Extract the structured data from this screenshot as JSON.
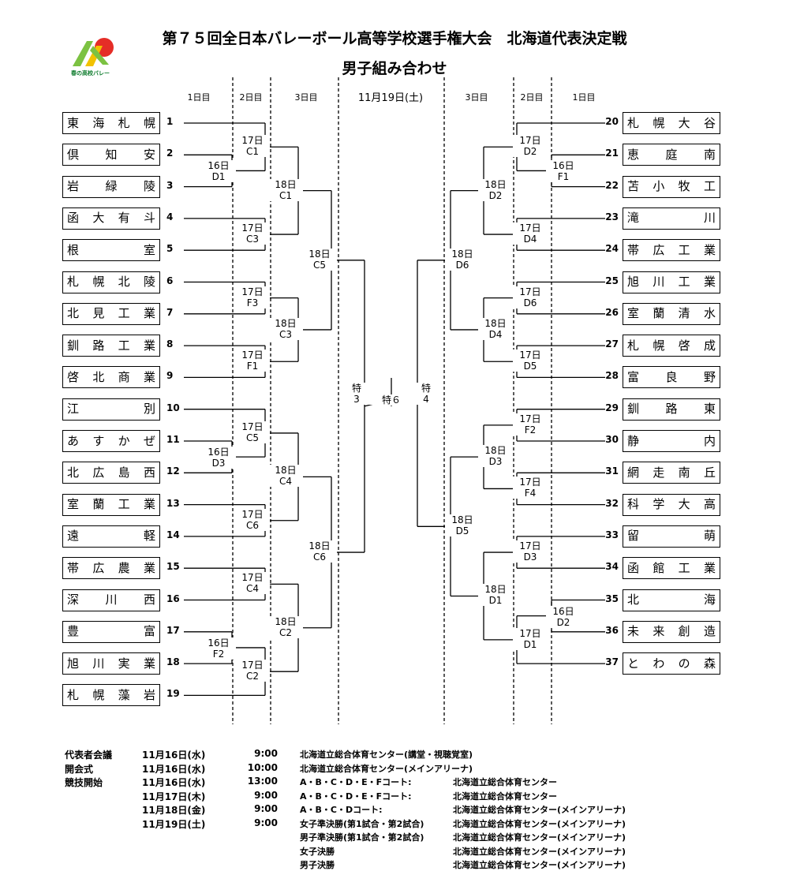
{
  "title": "第７５回全日本バレーボール高等学校選手権大会　北海道代表決定戦",
  "subtitle": "男子組み合わせ",
  "logo_text": "春の高校バレー",
  "col_headers": {
    "left_day1": "1日目",
    "left_day2": "2日目",
    "left_day3": "3日目",
    "final_date": "11月19日(土)",
    "right_day3": "3日目",
    "right_day2": "2日目",
    "right_day1": "1日目"
  },
  "left_teams": [
    {
      "num": "1",
      "chars": [
        "東",
        "海",
        "札",
        "幌"
      ]
    },
    {
      "num": "2",
      "chars": [
        "倶",
        "知",
        "安"
      ]
    },
    {
      "num": "3",
      "chars": [
        "岩",
        "緑",
        "陵"
      ]
    },
    {
      "num": "4",
      "chars": [
        "函",
        "大",
        "有",
        "斗"
      ]
    },
    {
      "num": "5",
      "chars": [
        "根",
        "室"
      ]
    },
    {
      "num": "6",
      "chars": [
        "札",
        "幌",
        "北",
        "陵"
      ]
    },
    {
      "num": "7",
      "chars": [
        "北",
        "見",
        "工",
        "業"
      ]
    },
    {
      "num": "8",
      "chars": [
        "釧",
        "路",
        "工",
        "業"
      ]
    },
    {
      "num": "9",
      "chars": [
        "啓",
        "北",
        "商",
        "業"
      ]
    },
    {
      "num": "10",
      "chars": [
        "江",
        "別"
      ]
    },
    {
      "num": "11",
      "chars": [
        "あ",
        "す",
        "か",
        "ぜ"
      ]
    },
    {
      "num": "12",
      "chars": [
        "北",
        "広",
        "島",
        "西"
      ]
    },
    {
      "num": "13",
      "chars": [
        "室",
        "蘭",
        "工",
        "業"
      ]
    },
    {
      "num": "14",
      "chars": [
        "遠",
        "軽"
      ]
    },
    {
      "num": "15",
      "chars": [
        "帯",
        "広",
        "農",
        "業"
      ]
    },
    {
      "num": "16",
      "chars": [
        "深",
        "川",
        "西"
      ]
    },
    {
      "num": "17",
      "chars": [
        "豊",
        "富"
      ]
    },
    {
      "num": "18",
      "chars": [
        "旭",
        "川",
        "実",
        "業"
      ]
    },
    {
      "num": "19",
      "chars": [
        "札",
        "幌",
        "藻",
        "岩"
      ]
    }
  ],
  "right_teams": [
    {
      "num": "20",
      "chars": [
        "札",
        "幌",
        "大",
        "谷"
      ]
    },
    {
      "num": "21",
      "chars": [
        "恵",
        "庭",
        "南"
      ]
    },
    {
      "num": "22",
      "chars": [
        "苫",
        "小",
        "牧",
        "工"
      ]
    },
    {
      "num": "23",
      "chars": [
        "滝",
        "川"
      ]
    },
    {
      "num": "24",
      "chars": [
        "帯",
        "広",
        "工",
        "業"
      ]
    },
    {
      "num": "25",
      "chars": [
        "旭",
        "川",
        "工",
        "業"
      ]
    },
    {
      "num": "26",
      "chars": [
        "室",
        "蘭",
        "清",
        "水"
      ]
    },
    {
      "num": "27",
      "chars": [
        "札",
        "幌",
        "啓",
        "成"
      ]
    },
    {
      "num": "28",
      "chars": [
        "富",
        "良",
        "野"
      ]
    },
    {
      "num": "29",
      "chars": [
        "釧",
        "路",
        "東"
      ]
    },
    {
      "num": "30",
      "chars": [
        "静",
        "内"
      ]
    },
    {
      "num": "31",
      "chars": [
        "網",
        "走",
        "南",
        "丘"
      ]
    },
    {
      "num": "32",
      "chars": [
        "科",
        "学",
        "大",
        "高"
      ]
    },
    {
      "num": "33",
      "chars": [
        "留",
        "萌"
      ]
    },
    {
      "num": "34",
      "chars": [
        "函",
        "館",
        "工",
        "業"
      ]
    },
    {
      "num": "35",
      "chars": [
        "北",
        "海"
      ]
    },
    {
      "num": "36",
      "chars": [
        "未",
        "来",
        "創",
        "造"
      ]
    },
    {
      "num": "37",
      "chars": [
        "と",
        "わ",
        "の",
        "森"
      ]
    }
  ],
  "match_labels": {
    "L_16D1": [
      "16日",
      "D1"
    ],
    "L_16D3": [
      "16日",
      "D3"
    ],
    "L_16F2": [
      "16日",
      "F2"
    ],
    "L_17C1": [
      "17日",
      "C1"
    ],
    "L_17C3": [
      "17日",
      "C3"
    ],
    "L_17F3": [
      "17日",
      "F3"
    ],
    "L_17F1": [
      "17日",
      "F1"
    ],
    "L_17C5": [
      "17日",
      "C5"
    ],
    "L_17C6": [
      "17日",
      "C6"
    ],
    "L_17C4": [
      "17日",
      "C4"
    ],
    "L_17C2": [
      "17日",
      "C2"
    ],
    "L_18C1": [
      "18日",
      "C1"
    ],
    "L_18C3": [
      "18日",
      "C3"
    ],
    "L_18C4": [
      "18日",
      "C4"
    ],
    "L_18C2": [
      "18日",
      "C2"
    ],
    "L_18C5": [
      "18日",
      "C5"
    ],
    "L_18C6": [
      "18日",
      "C6"
    ],
    "S3": [
      "特",
      "3"
    ],
    "S6": [
      "特６"
    ],
    "S4": [
      "特",
      "4"
    ],
    "R_18D6": [
      "18日",
      "D6"
    ],
    "R_18D5": [
      "18日",
      "D5"
    ],
    "R_18D2": [
      "18日",
      "D2"
    ],
    "R_18D4": [
      "18日",
      "D4"
    ],
    "R_18D3": [
      "18日",
      "D3"
    ],
    "R_18D1": [
      "18日",
      "D1"
    ],
    "R_17D2": [
      "17日",
      "D2"
    ],
    "R_17D4": [
      "17日",
      "D4"
    ],
    "R_17D6": [
      "17日",
      "D6"
    ],
    "R_17D5": [
      "17日",
      "D5"
    ],
    "R_17F2": [
      "17日",
      "F2"
    ],
    "R_17F4": [
      "17日",
      "F4"
    ],
    "R_17D3": [
      "17日",
      "D3"
    ],
    "R_17D1": [
      "17日",
      "D1"
    ],
    "R_16F1": [
      "16日",
      "F1"
    ],
    "R_16D2": [
      "16日",
      "D2"
    ]
  },
  "schedule": [
    {
      "event": "代表者会議",
      "date": "11月16日(水)",
      "time": "9:00",
      "info": "北海道立総合体育センター(講堂・視聴覚室)",
      "venue": ""
    },
    {
      "event": "開会式",
      "date": "11月16日(水)",
      "time": "10:00",
      "info": "北海道立総合体育センター(メインアリーナ)",
      "venue": ""
    },
    {
      "event": "競技開始",
      "date": "11月16日(水)",
      "time": "13:00",
      "info": "A・B・C・D・E・Fコート:",
      "venue": "北海道立総合体育センター"
    },
    {
      "event": "",
      "date": "11月17日(木)",
      "time": "9:00",
      "info": "A・B・C・D・E・Fコート:",
      "venue": "北海道立総合体育センター"
    },
    {
      "event": "",
      "date": "11月18日(金)",
      "time": "9:00",
      "info": "A・B・C・Dコート:",
      "venue": "北海道立総合体育センター(メインアリーナ)"
    },
    {
      "event": "",
      "date": "11月19日(土)",
      "time": "9:00",
      "info": "女子準決勝(第1試合・第2試合)",
      "venue": "北海道立総合体育センター(メインアリーナ)"
    },
    {
      "event": "",
      "date": "",
      "time": "",
      "info": "男子準決勝(第1試合・第2試合)",
      "venue": "北海道立総合体育センター(メインアリーナ)"
    },
    {
      "event": "",
      "date": "",
      "time": "",
      "info": "女子決勝",
      "venue": "北海道立総合体育センター(メインアリーナ)"
    },
    {
      "event": "",
      "date": "",
      "time": "",
      "info": "男子決勝",
      "venue": "北海道立総合体育センター(メインアリーナ)"
    }
  ]
}
